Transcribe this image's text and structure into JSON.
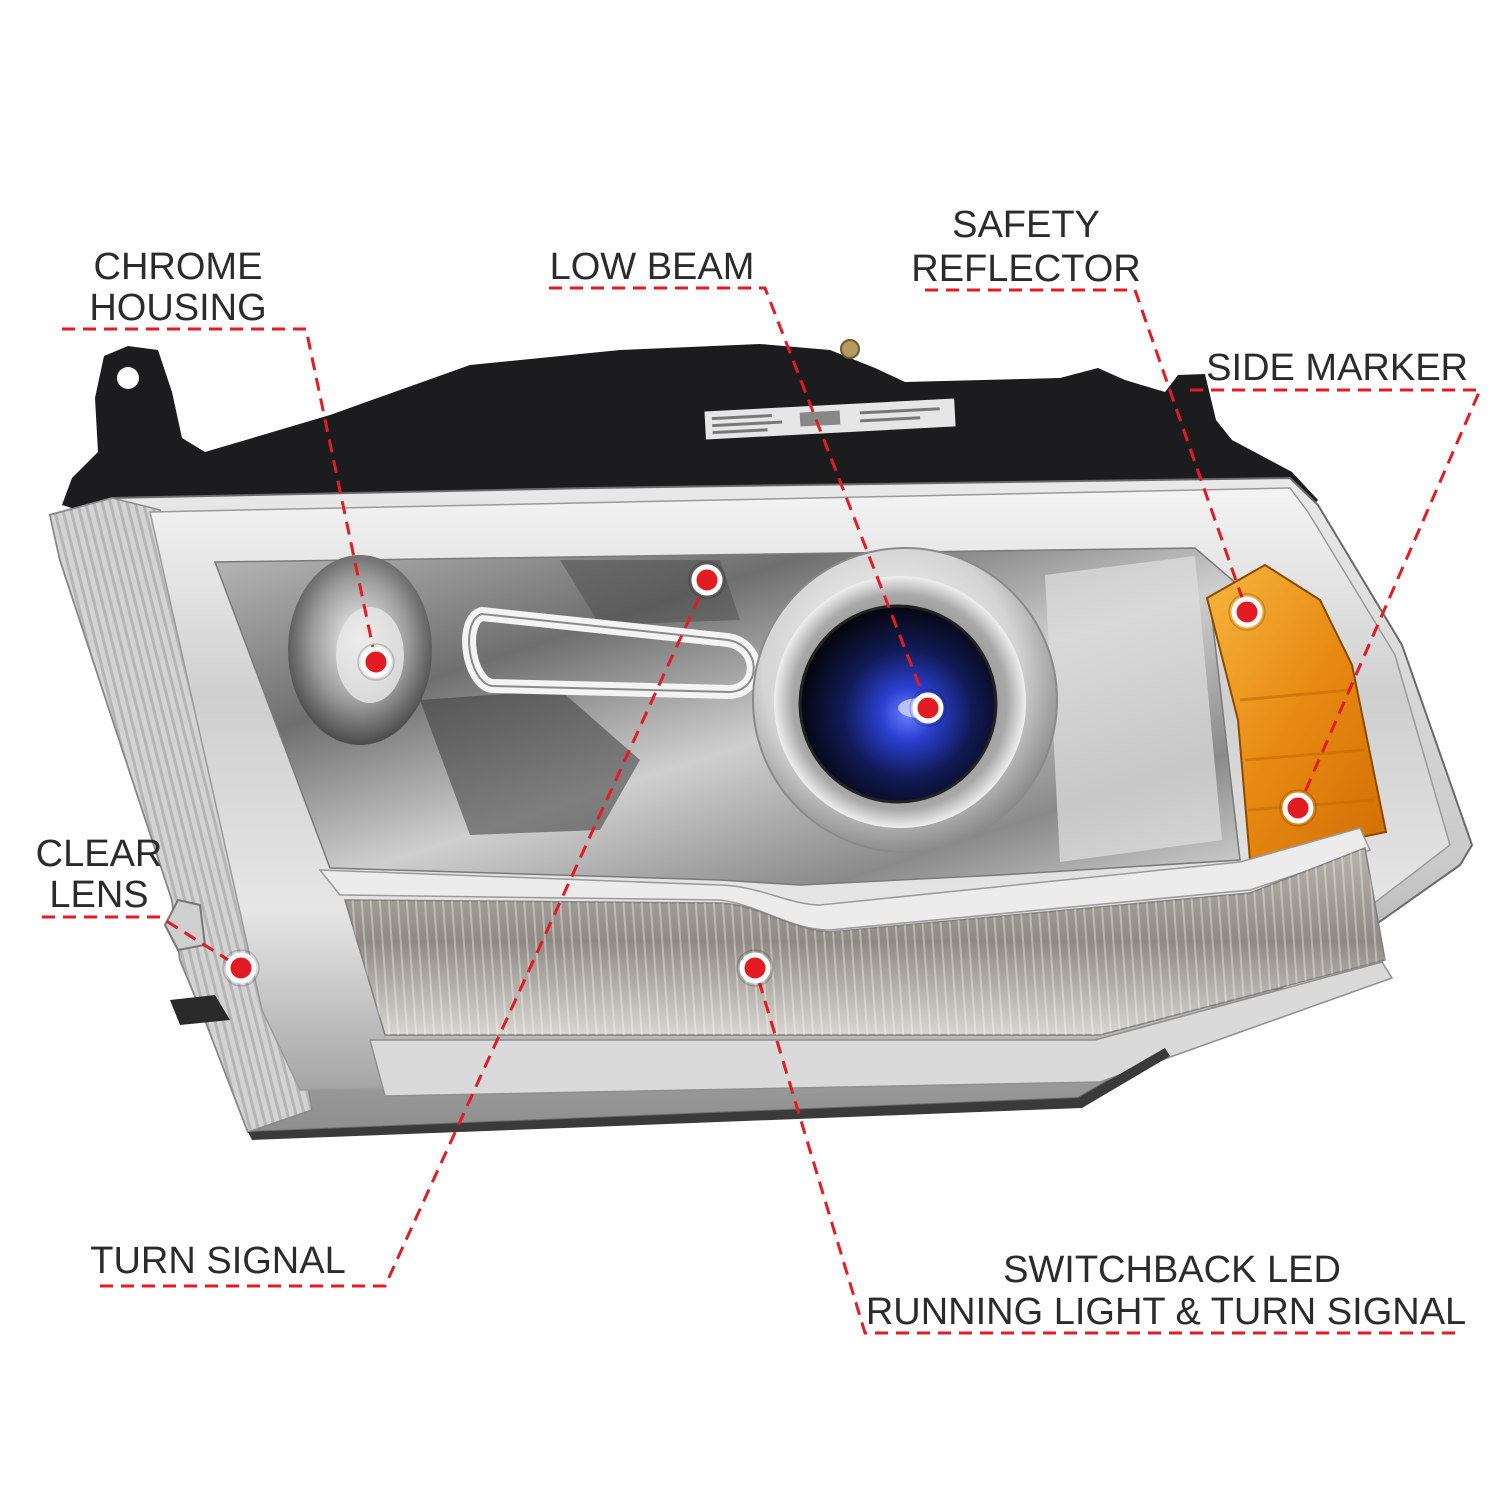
{
  "callouts": {
    "chrome_housing": {
      "line1": "CHROME",
      "line2": "HOUSING"
    },
    "low_beam": {
      "line1": "LOW BEAM"
    },
    "safety_reflector": {
      "line1": "SAFETY",
      "line2": "REFLECTOR"
    },
    "side_marker": {
      "line1": "SIDE MARKER"
    },
    "clear_lens": {
      "line1": "CLEAR",
      "line2": "LENS"
    },
    "turn_signal": {
      "line1": "TURN SIGNAL"
    },
    "switchback_led": {
      "line1": "SWITCHBACK LED",
      "line2": "RUNNING LIGHT & TURN SIGNAL"
    }
  },
  "colors": {
    "callout_red": "#e31b23",
    "label_text": "#2b2b2b",
    "background": "#ffffff",
    "side_marker_amber": "#e88a12",
    "projector_blue": "#2a3fd0"
  }
}
